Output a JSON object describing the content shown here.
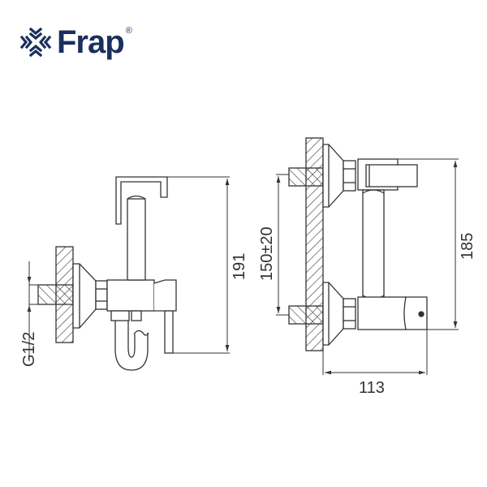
{
  "brand": {
    "name": "Frap",
    "registered_mark": "®",
    "color": "#1b2f5e"
  },
  "diagram": {
    "type": "technical-drawing",
    "subject": "wall-mounted faucet with hygienic shower",
    "line_color": "#333333",
    "left_view": {
      "dimensions": {
        "thread": "G1/2",
        "height": "191"
      }
    },
    "right_view": {
      "dimensions": {
        "center_distance": "150±20",
        "height": "185",
        "depth": "113"
      }
    }
  }
}
